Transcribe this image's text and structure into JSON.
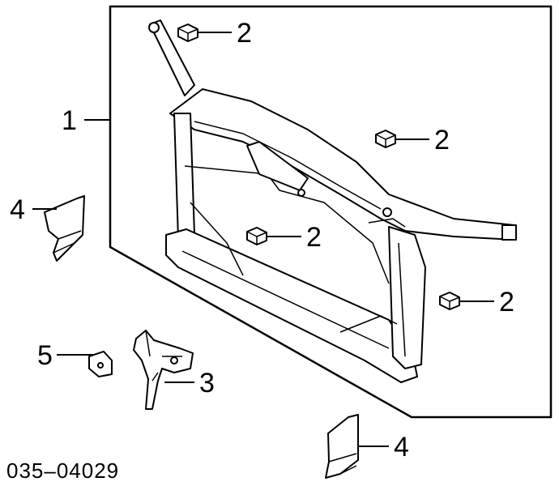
{
  "diagram": {
    "callouts": [
      {
        "id": "panel",
        "label": "1"
      },
      {
        "id": "nut-top",
        "label": "2"
      },
      {
        "id": "nut-right-upper",
        "label": "2"
      },
      {
        "id": "nut-center",
        "label": "2"
      },
      {
        "id": "nut-right-lower",
        "label": "2"
      },
      {
        "id": "bracket",
        "label": "3"
      },
      {
        "id": "deflector-left",
        "label": "4"
      },
      {
        "id": "deflector-bottom",
        "label": "4"
      },
      {
        "id": "clip",
        "label": "5"
      }
    ],
    "diagram_code": "035–04029"
  }
}
